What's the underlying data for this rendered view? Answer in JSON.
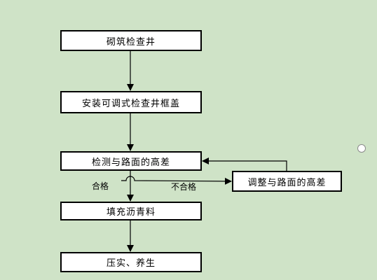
{
  "flowchart": {
    "steps": [
      "砌筑检查井",
      "安装可调式检查井框盖",
      "检测与路面的高差",
      "调整与路面的高差",
      "填充沥青料",
      "压实、养生"
    ],
    "branch_pass": "合格",
    "branch_fail": "不合格"
  }
}
